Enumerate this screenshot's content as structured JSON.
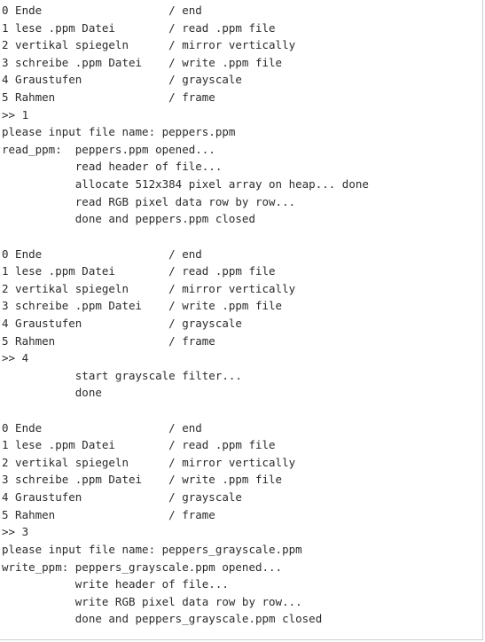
{
  "console": {
    "lines": [
      "0 Ende                   / end",
      "1 lese .ppm Datei        / read .ppm file",
      "2 vertikal spiegeln      / mirror vertically",
      "3 schreibe .ppm Datei    / write .ppm file",
      "4 Graustufen             / grayscale",
      "5 Rahmen                 / frame",
      ">> 1",
      "please input file name: peppers.ppm",
      "read_ppm:  peppers.ppm opened...",
      "           read header of file...",
      "           allocate 512x384 pixel array on heap... done",
      "           read RGB pixel data row by row...",
      "           done and peppers.ppm closed",
      "",
      "0 Ende                   / end",
      "1 lese .ppm Datei        / read .ppm file",
      "2 vertikal spiegeln      / mirror vertically",
      "3 schreibe .ppm Datei    / write .ppm file",
      "4 Graustufen             / grayscale",
      "5 Rahmen                 / frame",
      ">> 4",
      "           start grayscale filter...",
      "           done",
      "",
      "0 Ende                   / end",
      "1 lese .ppm Datei        / read .ppm file",
      "2 vertikal spiegeln      / mirror vertically",
      "3 schreibe .ppm Datei    / write .ppm file",
      "4 Graustufen             / grayscale",
      "5 Rahmen                 / frame",
      ">> 3",
      "please input file name: peppers_grayscale.ppm",
      "write_ppm: peppers_grayscale.ppm opened...",
      "           write header of file...",
      "           write RGB pixel data row by row...",
      "           done and peppers_grayscale.ppm closed"
    ]
  }
}
